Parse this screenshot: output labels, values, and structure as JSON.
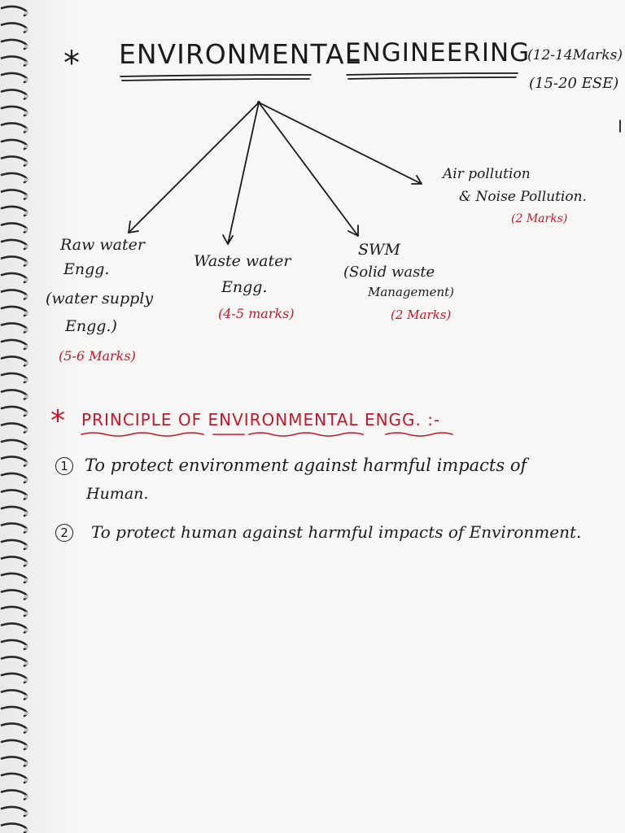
{
  "colors": {
    "ink": "#1b1b1b",
    "accent_red": "#c0182c",
    "paper": "#f7f7f5"
  },
  "title": {
    "star": "*",
    "word1": "ENVIRONMENTAL",
    "word2": "ENGINEERING",
    "marks_line1": "(12-14Marks)",
    "marks_line2": "(15-20 ESE)"
  },
  "branches": [
    {
      "lines": [
        "Raw water",
        "Engg.",
        "(water supply",
        "Engg.)"
      ],
      "marks": "(5-6 Marks)"
    },
    {
      "lines": [
        "Waste water",
        "Engg."
      ],
      "marks": "(4-5 marks)"
    },
    {
      "lines": [
        "SWM",
        "(Solid waste",
        "Management)"
      ],
      "marks": "(2 Marks)"
    },
    {
      "lines": [
        "Air pollution",
        "& Noise Pollution."
      ],
      "marks": "(2 Marks)"
    }
  ],
  "principles": {
    "star": "*",
    "heading": "PRINCIPLE OF ENVIRONMENTAL ENGG. :-",
    "items": [
      {
        "num": "1",
        "text_line1": "To protect environment against harmful impacts of",
        "text_line2": "Human."
      },
      {
        "num": "2",
        "text_line1": "To protect human against harmful impacts of Environment."
      }
    ]
  }
}
